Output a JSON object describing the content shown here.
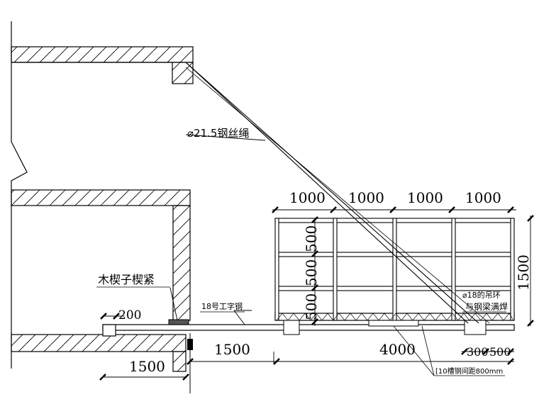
{
  "labels": {
    "wire_rope": "⌀21.5钢丝绳",
    "wood_wedge": "木楔子楔紧",
    "i_beam": "18号工字钢",
    "lifting_ring_1": "⌀18的吊环",
    "lifting_ring_2": "与钢梁满焊",
    "channel_steel": "[10槽钢间距800mm"
  },
  "dimensions": {
    "top_1": "1000",
    "top_2": "1000",
    "top_3": "1000",
    "top_4": "1000",
    "right_height": "1500",
    "left_500_top": "500",
    "left_500_mid": "500",
    "left_500_bot": "500",
    "left_200": "200",
    "left_1500": "1500",
    "mid_1500": "1500",
    "mid_4000": "4000",
    "right_300": "300",
    "right_500": "500"
  }
}
